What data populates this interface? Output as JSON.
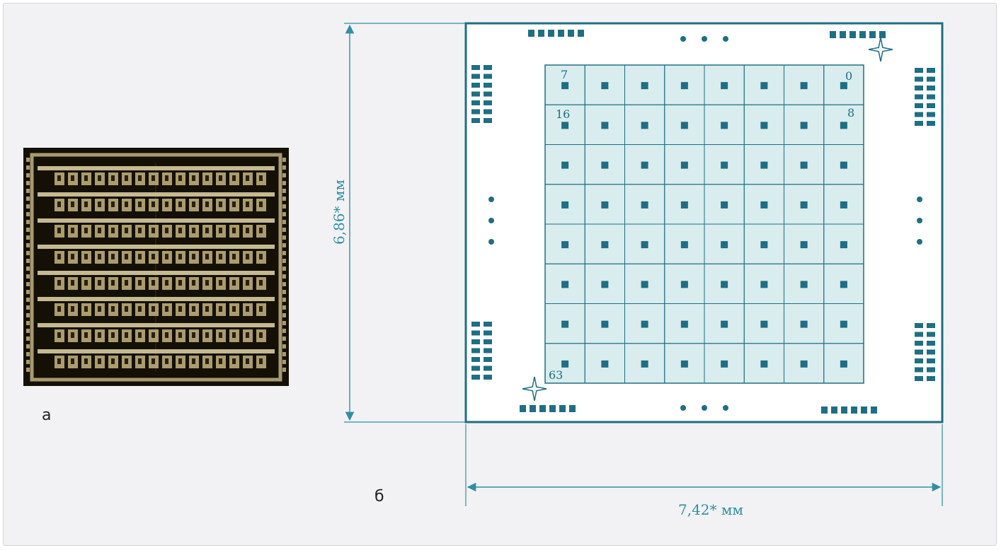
{
  "figure": {
    "label_a": "а",
    "label_b": "б"
  },
  "photo": {
    "icon": "chip-photo-icon",
    "colors": {
      "background": "#141006",
      "frame": "#a89a70",
      "bar": "#d8cca0",
      "cell": "#c4b580"
    }
  },
  "diagram": {
    "height_label": "6,86* мм",
    "width_label": "7,42* мм",
    "matrix": {
      "rows": 8,
      "cols": 8
    },
    "pixel_numbers": {
      "top_left": "7",
      "top_right": "0",
      "second_row_left": "16",
      "second_row_right": "8",
      "bottom_left": "63"
    },
    "colors": {
      "line": "#1f6e82",
      "dimension": "#2f8fa4",
      "cell_fill": "#d9ecee",
      "pad": "#1f6e82"
    }
  }
}
